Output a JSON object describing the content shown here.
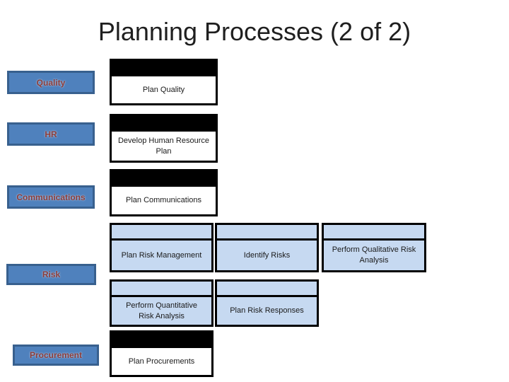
{
  "slide": {
    "title": "Planning Processes (2 of 2)"
  },
  "knowledge_areas": [
    {
      "label": "Quality"
    },
    {
      "label": "HR"
    },
    {
      "label": "Communications"
    },
    {
      "label": "Risk"
    },
    {
      "label": "Procurement"
    }
  ],
  "processes": {
    "plan_quality": "Plan Quality",
    "develop_hr_plan": "Develop Human Resource Plan",
    "plan_communications": "Plan Communications",
    "plan_risk_management": "Plan Risk Management",
    "identify_risks": "Identify Risks",
    "perform_qualitative_risk_analysis": "Perform Qualitative Risk Analysis",
    "perform_quantitative_risk_analysis": "Perform Quantitative Risk Analysis",
    "plan_risk_responses": "Plan Risk Responses",
    "plan_procurements": "Plan Procurements"
  },
  "colors": {
    "background": "#ffffff",
    "title_text": "#1f1f1f",
    "category_fill": "#4f81bd",
    "category_border": "#38608e",
    "category_text": "#8b3c3a",
    "process_header_fill": "#000000",
    "process_body_fill": "#ffffff",
    "process_border": "#000000",
    "risk_box_fill": "#c6d9f1",
    "box_text": "#1a1a1a"
  }
}
